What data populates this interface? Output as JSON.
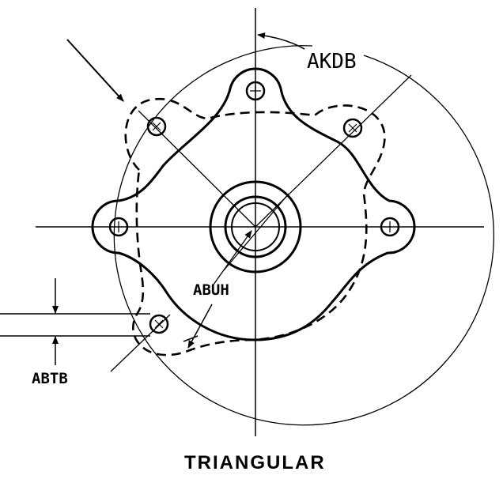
{
  "diagram": {
    "title": "TRIANGULAR",
    "labels": {
      "akdb": "AKDB",
      "abuh": "ABUH",
      "abtb": "ABTB"
    },
    "colors": {
      "ink": "#000000",
      "background": "#ffffff"
    }
  }
}
